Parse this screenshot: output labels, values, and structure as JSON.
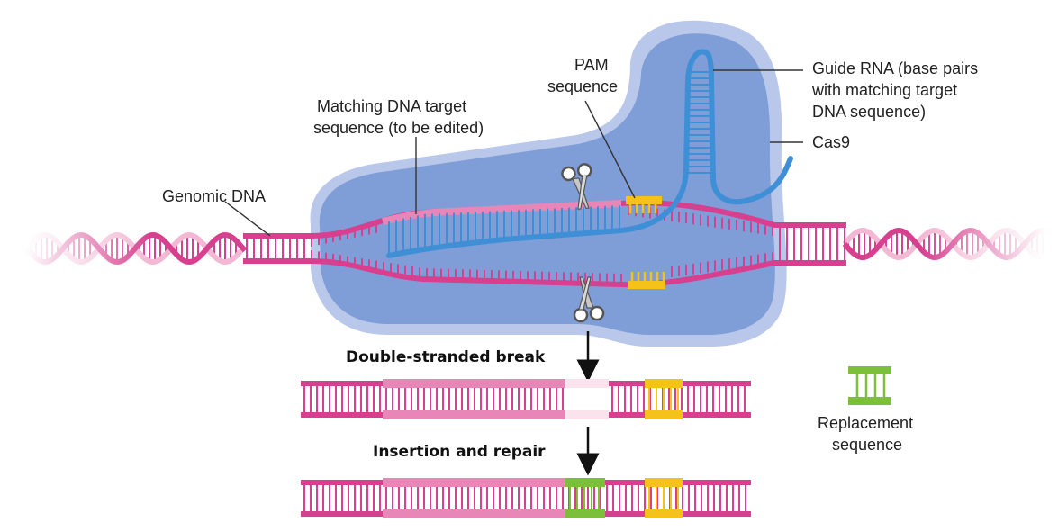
{
  "labels": {
    "genomic_dna": "Genomic DNA",
    "target_line1": "Matching DNA target",
    "target_line2": "sequence (to be edited)",
    "pam_line1": "PAM",
    "pam_line2": "sequence",
    "guide_line1": "Guide RNA (base pairs",
    "guide_line2": "with matching target",
    "guide_line3": "DNA sequence)",
    "cas9": "Cas9",
    "double_break": "Double-stranded break",
    "insertion_repair": "Insertion and repair",
    "replacement_line1": "Replacement",
    "replacement_line2": "sequence"
  },
  "colors": {
    "dna_pink": "#d6408f",
    "dna_light": "#f3b8d4",
    "rna_blue": "#3f8fd6",
    "cas9_fill": "#7f9dd6",
    "cas9_glow": "#b9c8ea",
    "pam_yellow": "#f5c21b",
    "replacement_green": "#7cbf3a"
  }
}
